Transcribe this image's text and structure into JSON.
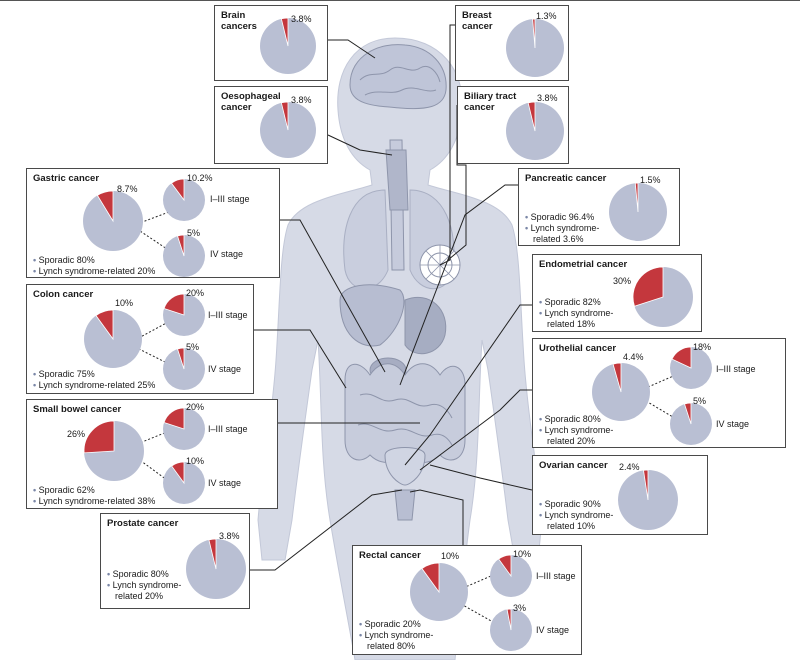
{
  "colors": {
    "pie_base": "#b9bfd3",
    "pie_slice": "#c4373d",
    "pie_edge": "#ffffff",
    "body_fill": "#d6dae6",
    "organ_fill": "#bfc5d8",
    "organ_dark": "#8e95ab",
    "line": "#222222"
  },
  "panels": [
    {
      "id": "brain",
      "title": "Brain\ncancers",
      "pies": [
        {
          "value": 3.8,
          "label": "3.8%"
        }
      ],
      "legend": [],
      "stages": []
    },
    {
      "id": "oesophageal",
      "title": "Oesophageal\ncancer",
      "pies": [
        {
          "value": 3.8,
          "label": "3.8%"
        }
      ],
      "legend": [],
      "stages": []
    },
    {
      "id": "breast",
      "title": "Breast\ncancer",
      "pies": [
        {
          "value": 1.3,
          "label": "1.3%"
        }
      ],
      "legend": [],
      "stages": []
    },
    {
      "id": "biliary",
      "title": "Biliary tract\ncancer",
      "pies": [
        {
          "value": 3.8,
          "label": "3.8%"
        }
      ],
      "legend": [],
      "stages": []
    },
    {
      "id": "gastric",
      "title": "Gastric cancer",
      "pies": [
        {
          "value": 8.7,
          "label": "8.7%"
        },
        {
          "value": 10.2,
          "label": "10.2%"
        },
        {
          "value": 5,
          "label": "5%"
        }
      ],
      "legend": [
        "Sporadic 80%",
        "Lynch syndrome-related 20%"
      ],
      "stages": [
        "I–III stage",
        "IV stage"
      ]
    },
    {
      "id": "pancreatic",
      "title": "Pancreatic cancer",
      "pies": [
        {
          "value": 1.5,
          "label": "1.5%"
        }
      ],
      "legend": [
        "Sporadic 96.4%",
        "Lynch syndrome-\nrelated 3.6%"
      ],
      "stages": []
    },
    {
      "id": "endometrial",
      "title": "Endometrial cancer",
      "pies": [
        {
          "value": 30,
          "label": "30%"
        }
      ],
      "legend": [
        "Sporadic 82%",
        "Lynch syndrome-\nrelated 18%"
      ],
      "stages": []
    },
    {
      "id": "colon",
      "title": "Colon cancer",
      "pies": [
        {
          "value": 10,
          "label": "10%"
        },
        {
          "value": 20,
          "label": "20%"
        },
        {
          "value": 5,
          "label": "5%"
        }
      ],
      "legend": [
        "Sporadic 75%",
        "Lynch syndrome-related 25%"
      ],
      "stages": [
        "I–III stage",
        "IV stage"
      ]
    },
    {
      "id": "urothelial",
      "title": "Urothelial cancer",
      "pies": [
        {
          "value": 4.4,
          "label": "4.4%"
        },
        {
          "value": 18,
          "label": "18%"
        },
        {
          "value": 5,
          "label": "5%"
        }
      ],
      "legend": [
        "Sporadic 80%",
        "Lynch syndrome-\nrelated 20%"
      ],
      "stages": [
        "I–III stage",
        "IV stage"
      ]
    },
    {
      "id": "smallbowel",
      "title": "Small bowel cancer",
      "pies": [
        {
          "value": 26,
          "label": "26%"
        },
        {
          "value": 20,
          "label": "20%"
        },
        {
          "value": 10,
          "label": "10%"
        }
      ],
      "legend": [
        "Sporadic 62%",
        "Lynch syndrome-related 38%"
      ],
      "stages": [
        "I–III stage",
        "IV stage"
      ]
    },
    {
      "id": "ovarian",
      "title": "Ovarian cancer",
      "pies": [
        {
          "value": 2.4,
          "label": "2.4%"
        }
      ],
      "legend": [
        "Sporadic 90%",
        "Lynch syndrome-\nrelated 10%"
      ],
      "stages": []
    },
    {
      "id": "prostate",
      "title": "Prostate cancer",
      "pies": [
        {
          "value": 3.8,
          "label": "3.8%"
        }
      ],
      "legend": [
        "Sporadic 80%",
        "Lynch syndrome-\nrelated 20%"
      ],
      "stages": []
    },
    {
      "id": "rectal",
      "title": "Rectal cancer",
      "pies": [
        {
          "value": 10,
          "label": "10%"
        },
        {
          "value": 10,
          "label": "10%"
        },
        {
          "value": 3,
          "label": "3%"
        }
      ],
      "legend": [
        "Sporadic 20%",
        "Lynch syndrome-\nrelated 80%"
      ],
      "stages": [
        "I–III stage",
        "IV stage"
      ]
    }
  ]
}
